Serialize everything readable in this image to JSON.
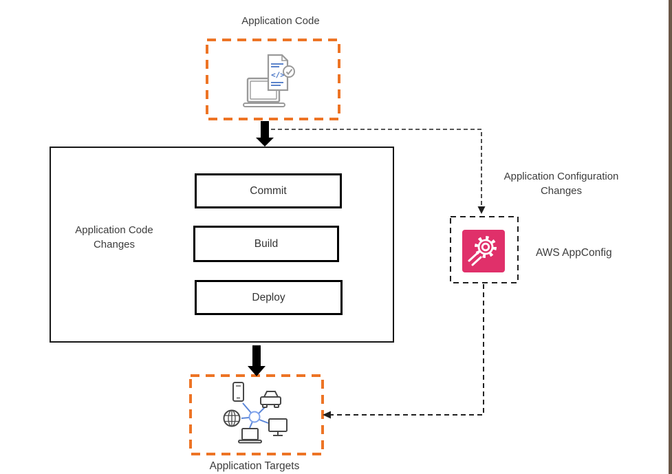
{
  "colors": {
    "boundary_orange": "#ED7425",
    "appconfig_pink": "#E0306A",
    "icon_blue": "#4472C4",
    "network_blue": "#5B86D8",
    "arrow_black": "#000000",
    "arrow_gray": "#636363",
    "connector_black": "#1f1f1f",
    "right_edge_bar": "#6C5848",
    "text": "#3c3c3c"
  },
  "nodes": {
    "application_code": {
      "label": "Application Code",
      "icon": "code-document-laptop-icon",
      "icon_glyph": "</>"
    },
    "pipeline": {
      "label": "Application Code Changes",
      "steps": [
        {
          "label": "Commit"
        },
        {
          "label": "Build"
        },
        {
          "label": "Deploy"
        }
      ]
    },
    "config_changes": {
      "label": "Application Configuration Changes"
    },
    "appconfig": {
      "label": "AWS AppConfig",
      "icon": "aws-appconfig-gear-icon"
    },
    "application_targets": {
      "label": "Application Targets",
      "icon": "connected-devices-icon"
    }
  }
}
